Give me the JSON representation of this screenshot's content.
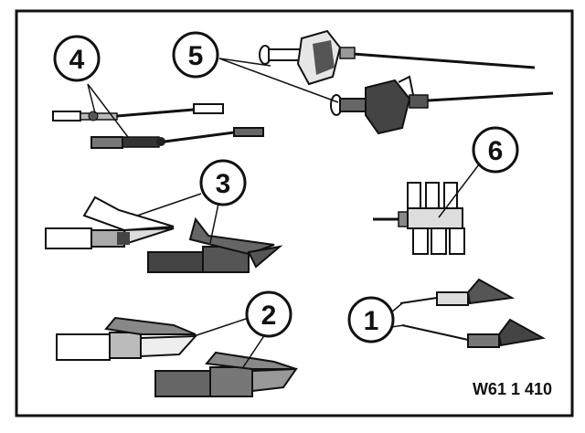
{
  "callouts": [
    {
      "id": "4",
      "label": "4"
    },
    {
      "id": "5",
      "label": "5"
    },
    {
      "id": "6",
      "label": "6"
    },
    {
      "id": "3",
      "label": "3"
    },
    {
      "id": "2",
      "label": "2"
    },
    {
      "id": "1",
      "label": "1"
    }
  ],
  "reference_code": "W61 1 410",
  "colors": {
    "ink": "#111111",
    "fill_dark": "#3a3a3a",
    "fill_mid": "#6e6e6e",
    "fill_light": "#d8d8d8",
    "background": "#ffffff"
  }
}
